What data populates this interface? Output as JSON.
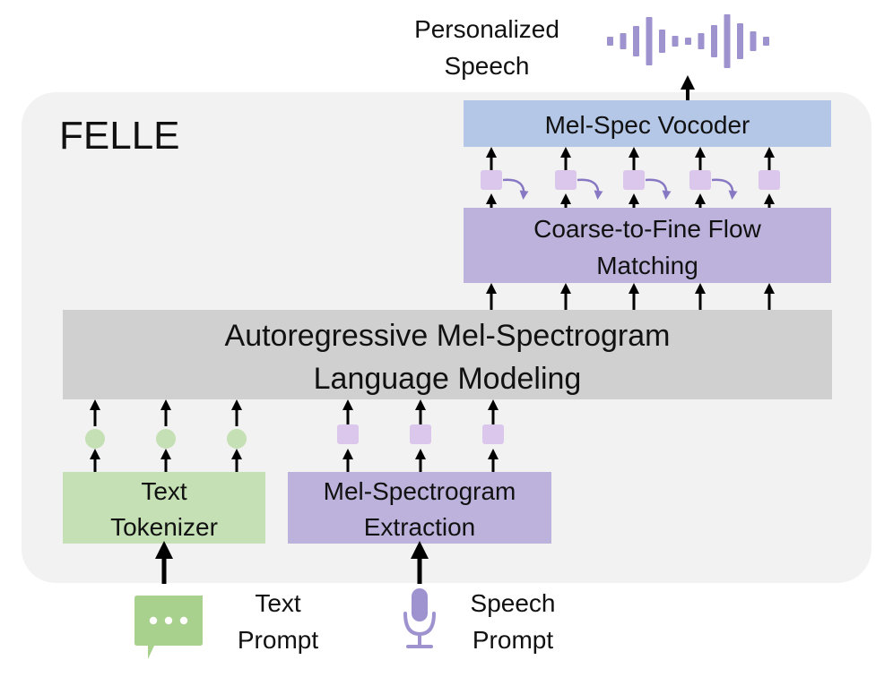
{
  "model": {
    "name": "FELLE"
  },
  "output": {
    "line1": "Personalized",
    "line2": "Speech"
  },
  "blocks": {
    "vocoder": {
      "label": "Mel-Spec Vocoder"
    },
    "flow": {
      "line1": "Coarse-to-Fine Flow",
      "line2": "Matching"
    },
    "lm": {
      "line1": "Autoregressive Mel-Spectrogram",
      "line2": "Language Modeling"
    },
    "tokenizer": {
      "line1": "Text",
      "line2": "Tokenizer"
    },
    "extraction": {
      "line1": "Mel-Spectrogram",
      "line2": "Extraction"
    }
  },
  "inputs": {
    "text_prompt": {
      "line1": "Text",
      "line2": "Prompt",
      "icon": "chat-bubble-icon"
    },
    "speech_prompt": {
      "line1": "Speech",
      "line2": "Prompt",
      "icon": "microphone-icon"
    }
  },
  "colors": {
    "container": "#f2f2f2",
    "vocoder": "#b4c7e7",
    "flow": "#bcb2db",
    "lm": "#d0d0d0",
    "tokenizer": "#c5e0b4",
    "extraction": "#bcb2db",
    "text_token": "#c5e0b4",
    "mel_frame": "#dcc7ec",
    "curve_arrow": "#8878c3",
    "waveform": "#9f93cf",
    "arrow": "#000000"
  }
}
